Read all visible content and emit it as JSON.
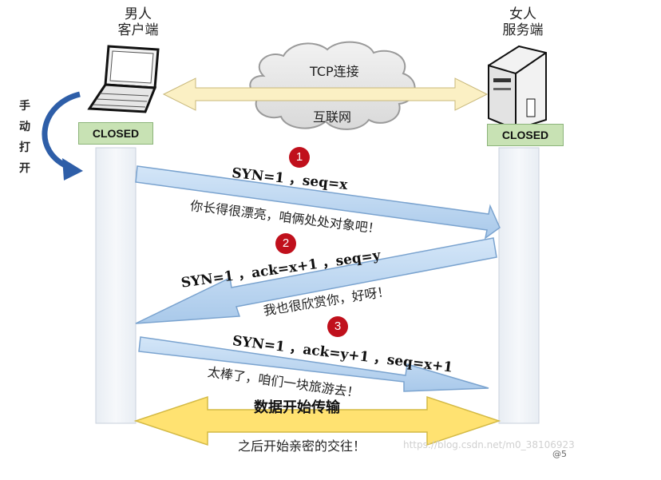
{
  "client": {
    "line1": "男人",
    "line2": "客户端",
    "state": "CLOSED",
    "action": [
      "手",
      "动",
      "打",
      "开"
    ]
  },
  "server": {
    "line1": "女人",
    "line2": "服务端",
    "state": "CLOSED"
  },
  "network": {
    "top": "TCP连接",
    "bottom": "互联网"
  },
  "steps": [
    {
      "num": "1",
      "packet": "SYN=1 ，seq=x",
      "caption": "你长得很漂亮，咱俩处处对象吧！"
    },
    {
      "num": "2",
      "packet": "SYN=1 ，ack=x+1 ，seq=y",
      "caption": "我也很欣赏你，好呀！"
    },
    {
      "num": "3",
      "packet": "SYN=1 ，ack=y+1 ，seq=x+1",
      "caption": "太棒了，咱们一块旅游去！"
    }
  ],
  "transfer": {
    "title": "数据开始传输",
    "caption": "之后开始亲密的交往！"
  },
  "watermark": "https://blog.csdn.net/m0_38106923",
  "corner_mark": "@5"
}
